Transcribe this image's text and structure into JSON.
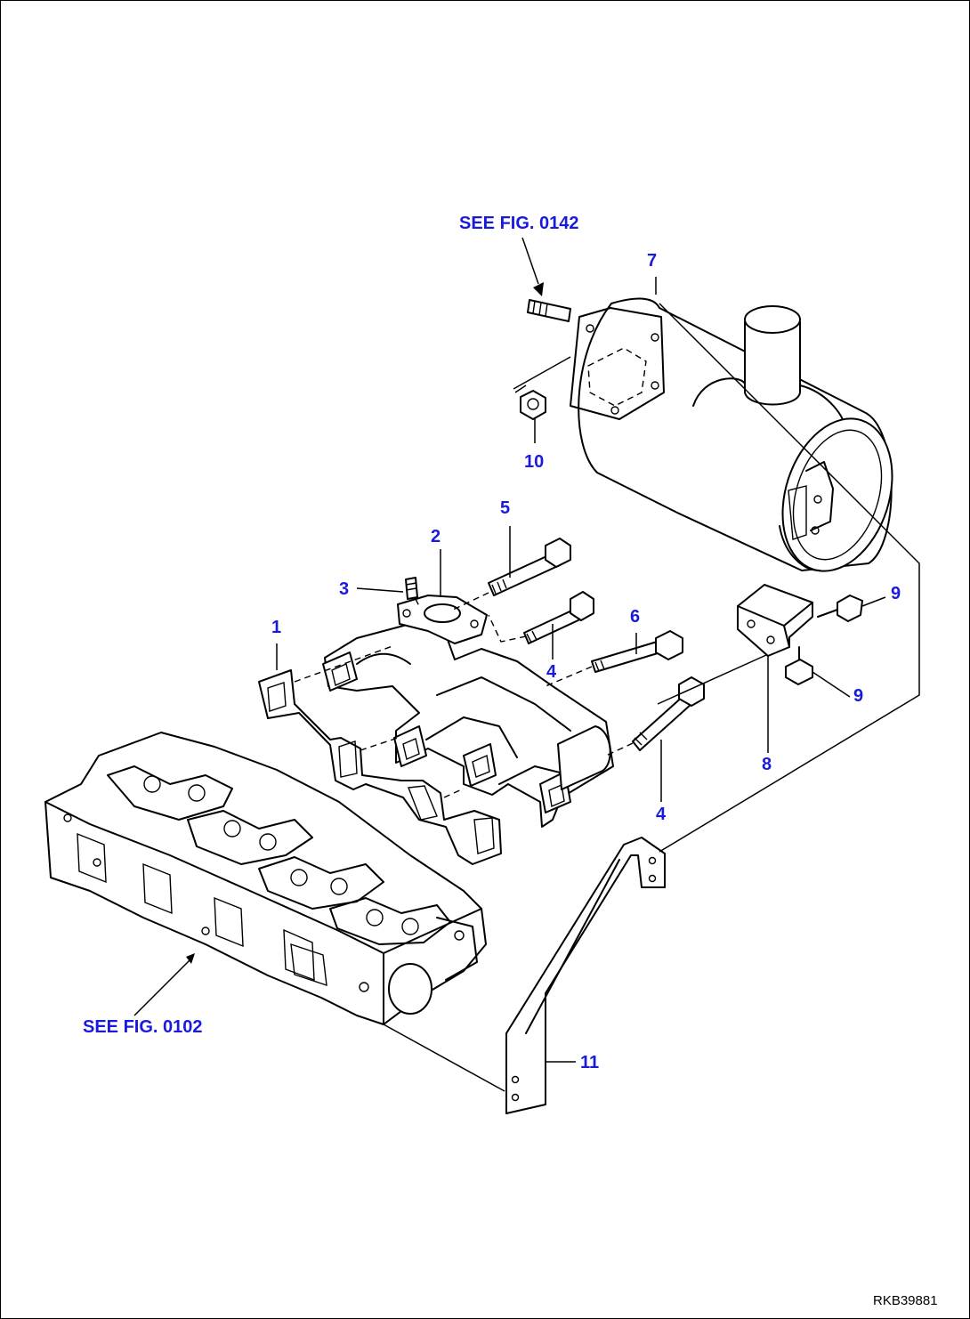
{
  "references": {
    "top": "SEE FIG. 0142",
    "bottom": "SEE FIG. 0102"
  },
  "callouts": {
    "c1": "1",
    "c2": "2",
    "c3": "3",
    "c4a": "4",
    "c4b": "4",
    "c5": "5",
    "c6": "6",
    "c7": "7",
    "c8": "8",
    "c9a": "9",
    "c9b": "9",
    "c10": "10",
    "c11": "11"
  },
  "drawing_code": "RKB39881",
  "colors": {
    "callout": "#1a1adc",
    "line": "#000000"
  }
}
